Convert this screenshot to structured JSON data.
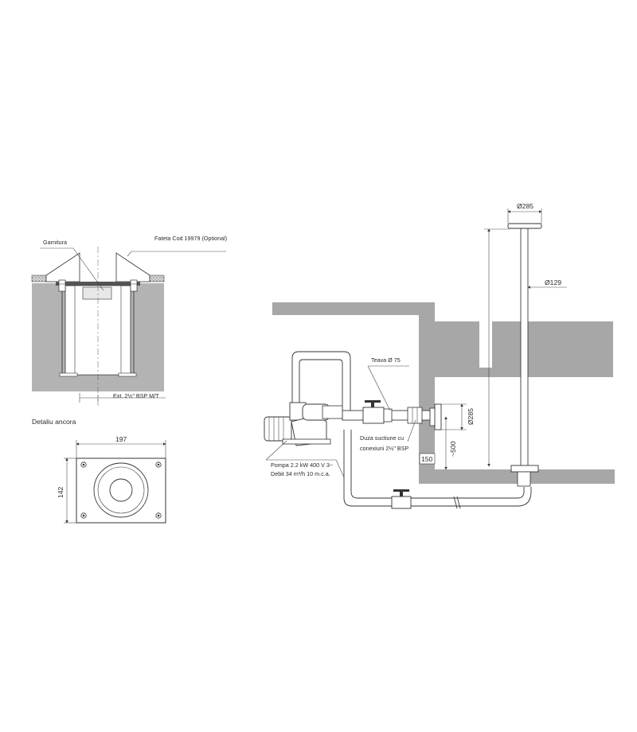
{
  "figure": {
    "left": {
      "label_garnitura": "Garnitura",
      "label_fateta": "Fateta Cod 19979 (Optional)",
      "label_ext": "Ext. 2½\" BSP M/T",
      "title_detaliu": "Detaliu ancora",
      "dim_width": "197",
      "dim_height": "142"
    },
    "right": {
      "dim_top_diameter": "Ø285",
      "dim_pipe_diameter": "Ø129",
      "label_teava": "Teava Ø 75",
      "dim_nozzle_diameter": "Ø285",
      "dim_depth": "~500",
      "dim_150": "150",
      "label_duza_line1": "Duza suctiune cu",
      "label_duza_line2": "conexiuni 2½\" BSP",
      "label_pompa_line1": "Pompa 2.2 kW 400 V 3~",
      "label_pompa_line2": "Debit 34 m³/h 10 m.c.a."
    }
  },
  "colors": {
    "wall": "#a7a7a7",
    "line": "#3a3a3a",
    "background": "#ffffff"
  }
}
